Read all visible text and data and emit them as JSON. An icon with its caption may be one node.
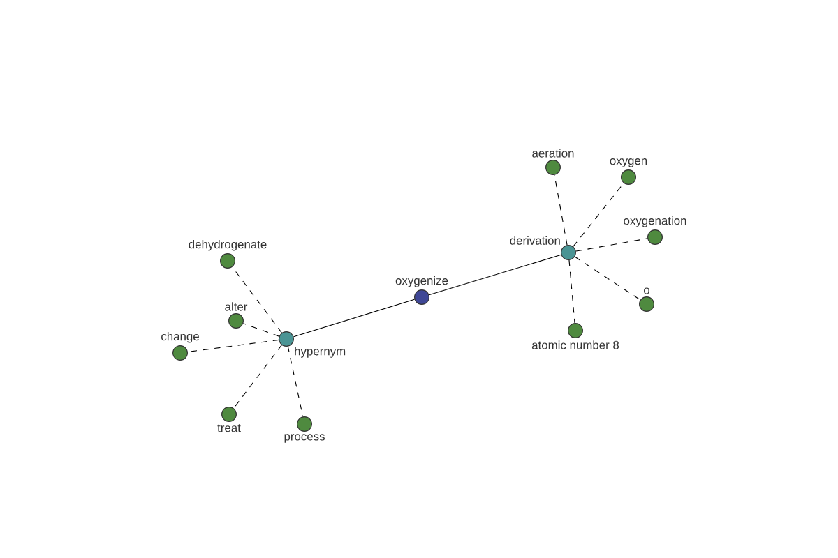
{
  "diagram": {
    "nodes": [
      {
        "text": [
          "oxygenize"
        ]
      },
      {
        "text": [
          "hypernym"
        ]
      },
      {
        "text": [
          "derivation"
        ]
      },
      {
        "text": [
          "dehydrogenate"
        ]
      },
      {
        "text": [
          "alter"
        ]
      },
      {
        "text": [
          "change"
        ]
      },
      {
        "text": [
          "treat"
        ]
      },
      {
        "text": [
          "process"
        ]
      },
      {
        "text": [
          "aeration"
        ]
      },
      {
        "text": [
          "oxygen"
        ]
      },
      {
        "text": [
          "oxygenation"
        ]
      },
      {
        "text": [
          "o"
        ]
      },
      {
        "text": [
          "atomic number 8"
        ]
      }
    ],
    "edges": [
      {
        "from": 1,
        "to": 0,
        "arrow": "none"
      },
      {
        "from": 0,
        "to": 2,
        "arrow": "none"
      },
      {
        "from": 1,
        "to": 3,
        "arrow": "none",
        "style": "dashed"
      },
      {
        "from": 1,
        "to": 4,
        "arrow": "none",
        "style": "dashed"
      },
      {
        "from": 1,
        "to": 5,
        "arrow": "none",
        "style": "dashed"
      },
      {
        "from": 1,
        "to": 6,
        "arrow": "none",
        "style": "dashed"
      },
      {
        "from": 1,
        "to": 7,
        "arrow": "none",
        "style": "dashed"
      },
      {
        "from": 2,
        "to": 8,
        "arrow": "none",
        "style": "dashed"
      },
      {
        "from": 2,
        "to": 9,
        "arrow": "none",
        "style": "dashed"
      },
      {
        "from": 2,
        "to": 10,
        "arrow": "none",
        "style": "dashed"
      },
      {
        "from": 2,
        "to": 11,
        "arrow": "none",
        "style": "dashed"
      },
      {
        "from": 2,
        "to": 12,
        "arrow": "none",
        "style": "dashed"
      }
    ]
  }
}
